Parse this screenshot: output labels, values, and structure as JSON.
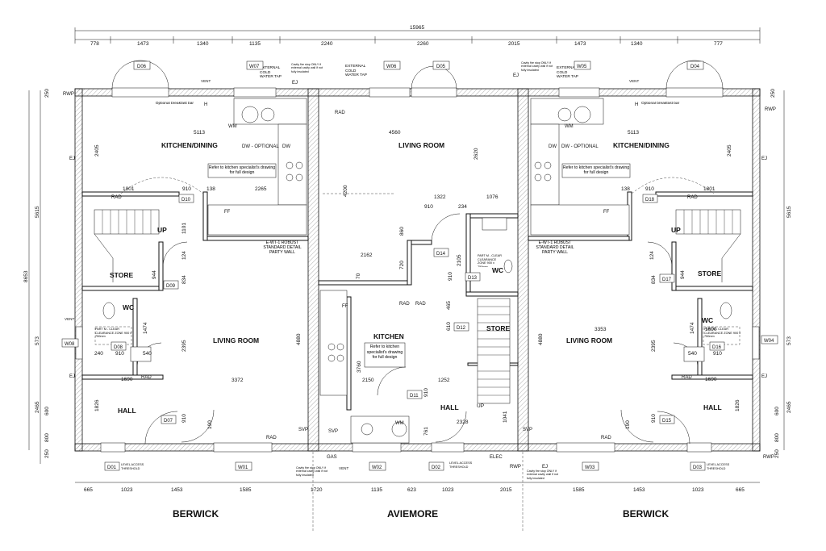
{
  "houses": {
    "left": "BERWICK",
    "middle": "AVIEMORE",
    "right": "BERWICK"
  },
  "overall_width": "15965",
  "top_dims": [
    "778",
    "1473",
    "1340",
    "1135",
    "2240",
    "2260",
    "2015",
    "1473",
    "1340",
    "777"
  ],
  "bottom_dims": [
    "665",
    "1023",
    "1453",
    "1585",
    "1720",
    "1135",
    "623",
    "1023",
    "2015",
    "1585",
    "1453",
    "1023",
    "665"
  ],
  "left_side_dims": [
    "250",
    "2405",
    "5615",
    "8653",
    "573",
    "2465",
    "600",
    "800",
    "250"
  ],
  "right_side_dims": [
    "250",
    "2405",
    "5615",
    "573",
    "2465",
    "600",
    "800",
    "250"
  ],
  "rooms": {
    "kitchen_dining": "KITCHEN/DINING",
    "living_room": "LIVING ROOM",
    "store": "STORE",
    "wc": "WC",
    "hall": "HALL",
    "kitchen": "KITCHEN",
    "up": "UP"
  },
  "notes": {
    "kitchen_specialist": "Refer to kitchen specialist's drawing for full design",
    "kitchen_specialist_mid": "Refer to kitchen specialist's drawing for full design",
    "party_wall": "E-WT-1 ROBUST STANDARD DETAIL PARTY WALL",
    "ext_tap": "EXTERNAL COLD WATER TAP",
    "breakfast_bar": "Optional breakfast bar",
    "dw_optional": "DW - OPTIONAL",
    "clearance": "PART M - CLEAR CLEARANCE ZONE 900 x 750mm",
    "cavity_fire_stop": "Cavity fire stop ONLY if external cavity wall if not fully insulated",
    "level_access": "LEVEL ACCESS THRESHOLD"
  },
  "labels": {
    "wm": "WM",
    "dw": "DW",
    "ff": "FF",
    "rad": "RAD",
    "svp": "SVP",
    "gas": "GAS",
    "elec": "ELEC",
    "rwp": "RWP",
    "ej": "EJ",
    "vent": "VENT",
    "h": "H"
  },
  "doors": [
    "D06",
    "W07",
    "W06",
    "D05",
    "W05",
    "D04",
    "D10",
    "D18",
    "D14",
    "D13",
    "D09",
    "D17",
    "D12",
    "D08",
    "D16",
    "W08",
    "W04",
    "D11",
    "D07",
    "D15",
    "D01",
    "W01",
    "W02",
    "D02",
    "W03",
    "D03"
  ],
  "inner_dims": {
    "k_5113": "5113",
    "k_1801": "1801",
    "k_910": "910",
    "k_138": "138",
    "k_2265": "2265",
    "l_4560": "4560",
    "l_2620": "2620",
    "l_4200": "4200",
    "l_1322": "1322",
    "l_1076": "1076",
    "l_910": "910",
    "l_234": "234",
    "l_2162": "2162",
    "l_860": "860",
    "l_720": "720",
    "l_70": "70",
    "s_1101": "1101",
    "s_124": "124",
    "s_944": "944",
    "s_834": "834",
    "s_1474": "1474",
    "s_240": "240",
    "s_540": "540",
    "s_1690": "1690",
    "s_2395": "2395",
    "s_3372": "3372",
    "s_4880": "4880",
    "s_1826": "1826",
    "s_190": "190",
    "m_3760": "3760",
    "m_2150": "2150",
    "m_1252": "1252",
    "m_2328": "2328",
    "m_1041": "1041",
    "m_761": "761",
    "m_465": "465",
    "m_610": "610",
    "m_2105": "2105",
    "r_3353": "3353"
  }
}
